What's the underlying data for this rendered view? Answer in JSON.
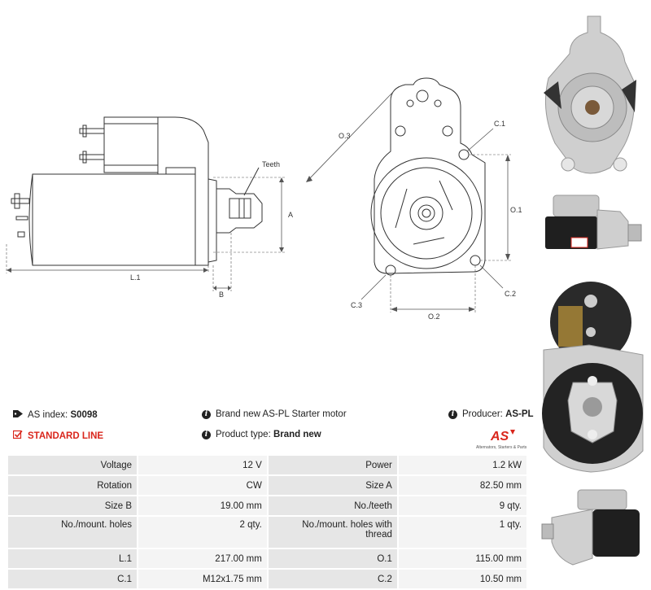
{
  "diagram_labels": {
    "teeth": "Teeth",
    "A": "A",
    "L1": "L.1",
    "B": "B",
    "O3": "O.3",
    "C1": "C.1",
    "O1": "O.1",
    "C3": "C.3",
    "O2": "O.2",
    "C2": "C.2"
  },
  "info": {
    "as_index_label": "AS index:",
    "as_index_value": "S0098",
    "standard_line": "STANDARD LINE",
    "description": "Brand new AS-PL Starter motor",
    "product_type_label": "Product type:",
    "product_type_value": "Brand new",
    "producer_label": "Producer:",
    "producer_value": "AS-PL",
    "logo_text": "AS",
    "logo_tagline": "Alternators, Starters & Parts"
  },
  "specs": [
    {
      "l1": "Voltage",
      "v1": "12 V",
      "l2": "Power",
      "v2": "1.2 kW"
    },
    {
      "l1": "Rotation",
      "v1": "CW",
      "l2": "Size A",
      "v2": "82.50 mm"
    },
    {
      "l1": "Size B",
      "v1": "19.00 mm",
      "l2": "No./teeth",
      "v2": "9 qty."
    },
    {
      "l1": "No./mount. holes",
      "v1": "2 qty.",
      "l2": "No./mount. holes with thread",
      "v2": "1 qty."
    },
    {
      "l1": "L.1",
      "v1": "217.00 mm",
      "l2": "O.1",
      "v2": "115.00 mm"
    },
    {
      "l1": "C.1",
      "v1": "M12x1.75 mm",
      "l2": "C.2",
      "v2": "10.50 mm"
    }
  ],
  "colors": {
    "accent": "#d9261c",
    "line": "#333333",
    "dim": "#555555"
  }
}
